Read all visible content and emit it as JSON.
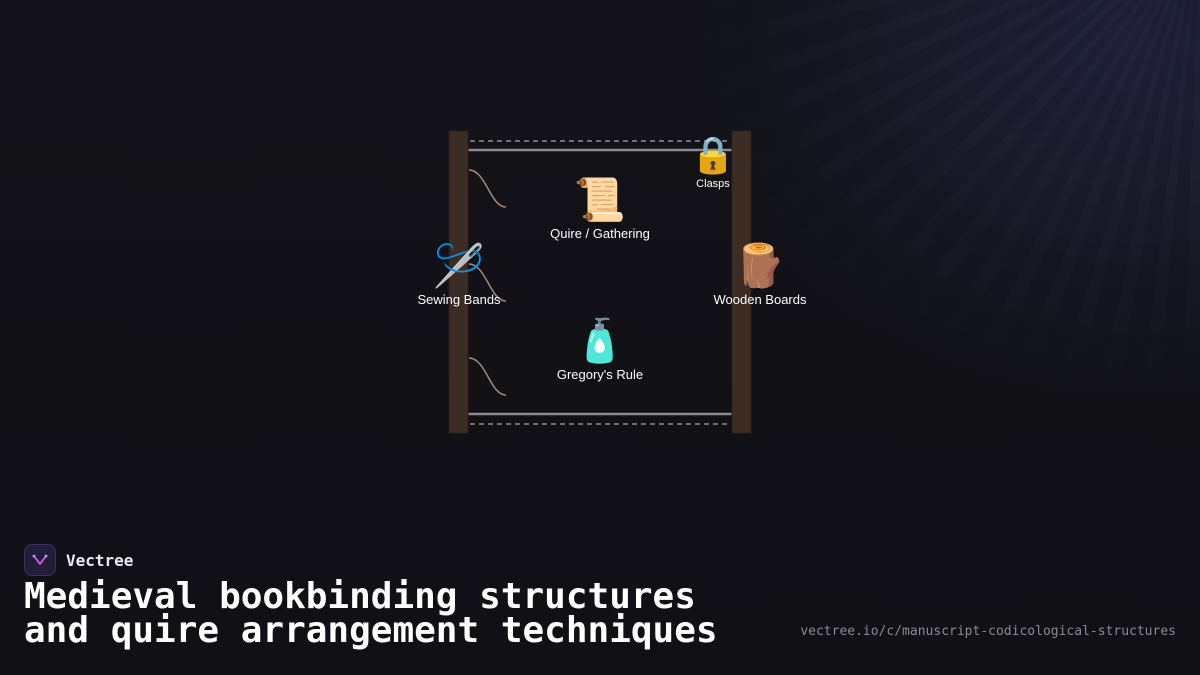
{
  "diagram": {
    "nodes": {
      "quire": {
        "icon": "scroll-icon",
        "emoji": "📜",
        "label": "Quire / Gathering"
      },
      "clasps": {
        "icon": "lock-icon",
        "emoji": "🔒",
        "label": "Clasps"
      },
      "sewing": {
        "icon": "sewing-needle-icon",
        "emoji": "🪡",
        "label": "Sewing Bands"
      },
      "boards": {
        "icon": "wood-log-icon",
        "emoji": "🪵",
        "label": "Wooden Boards"
      },
      "gregory": {
        "icon": "bottle-icon",
        "emoji": "🧴",
        "label": "Gregory's Rule"
      }
    }
  },
  "brand": {
    "name": "Vectree",
    "logo_icon": "vectree-logo-icon"
  },
  "footer": {
    "title": "Medieval bookbinding structures and quire arrangement techniques",
    "url": "vectree.io/c/manuscript-codicological-structures"
  },
  "colors": {
    "background": "#111116",
    "board": "#3d2c24",
    "thread": "#a88a76",
    "frame": "#8a8a92",
    "text": "#ffffff",
    "muted": "#8a8a94"
  }
}
